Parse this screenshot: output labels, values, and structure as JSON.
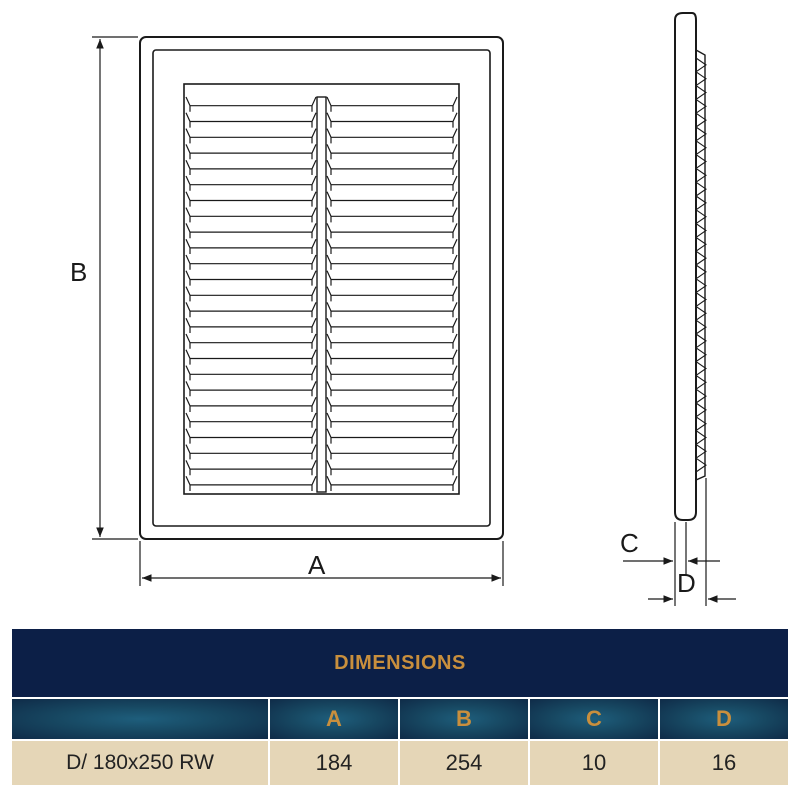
{
  "drawing": {
    "front_view": {
      "width_label": "A",
      "height_label": "B",
      "louver_rows": 25
    },
    "side_view": {
      "frame_depth_label": "C",
      "total_depth_label": "D"
    }
  },
  "table": {
    "title": "DIMENSIONS",
    "columns": [
      "A",
      "B",
      "C",
      "D"
    ],
    "rows": [
      {
        "model": "D/ 180x250 RW",
        "values": [
          "184",
          "254",
          "10",
          "16"
        ]
      }
    ]
  }
}
